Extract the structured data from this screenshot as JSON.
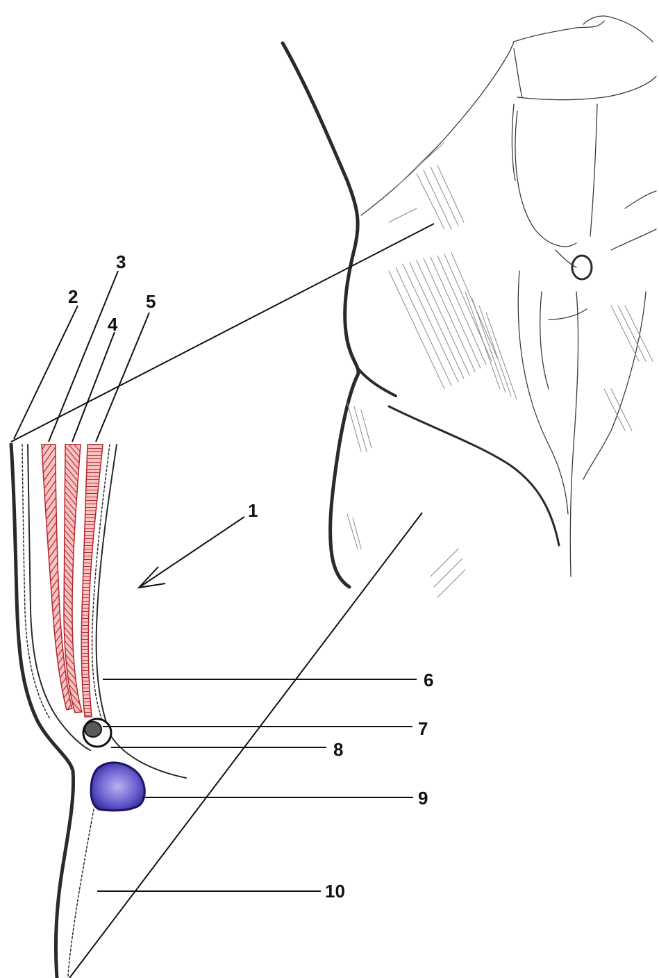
{
  "labels": [
    {
      "id": "1",
      "text": "1",
      "target": "diagram-section"
    },
    {
      "id": "2",
      "text": "2",
      "target": "skin"
    },
    {
      "id": "3",
      "text": "3",
      "target": "muscle-layer-outer"
    },
    {
      "id": "4",
      "text": "4",
      "target": "muscle-layer-middle"
    },
    {
      "id": "5",
      "text": "5",
      "target": "muscle-layer-inner"
    },
    {
      "id": "6",
      "text": "6",
      "target": "inner-fascia"
    },
    {
      "id": "7",
      "text": "7",
      "target": "spermatic-cord"
    },
    {
      "id": "8",
      "text": "8",
      "target": "cord-sheath"
    },
    {
      "id": "9",
      "text": "9",
      "target": "vessel-bundle"
    },
    {
      "id": "10",
      "text": "10",
      "target": "thigh-region"
    }
  ],
  "colors": {
    "muscle_fill": "#f2a7a7",
    "muscle_stripe": "#b3262c",
    "vessel_fill": "#6a5fd0",
    "vessel_outline": "#1a1466",
    "line": "#111111"
  }
}
